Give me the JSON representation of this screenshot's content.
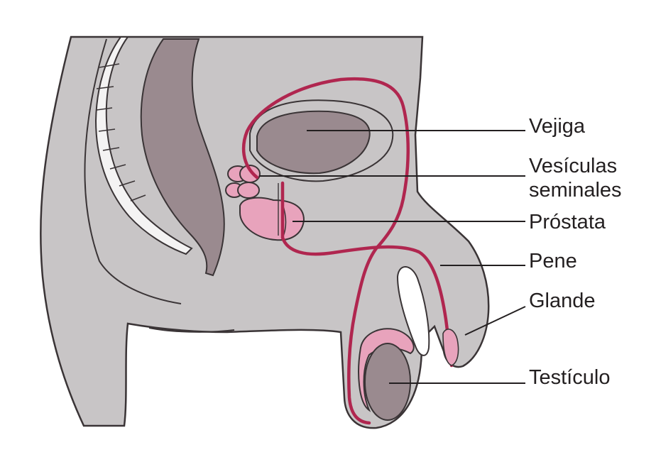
{
  "labels": {
    "vejiga": "Vejiga",
    "vesiculas_line1": "Vesículas",
    "vesiculas_line2": "seminales",
    "prostata": "Próstata",
    "pene": "Pene",
    "glande": "Glande",
    "testiculo": "Testículo"
  },
  "colors": {
    "body_gray": "#c8c5c6",
    "organ_mauve": "#9a8a8f",
    "tissue_pink": "#e8a3bc",
    "duct_crimson": "#b0264f",
    "outline": "#3a3436",
    "spine_white": "#f4f3f3",
    "label_text": "#231f20"
  }
}
